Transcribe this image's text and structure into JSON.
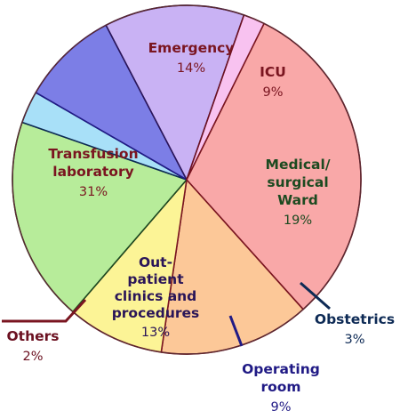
{
  "chart_data": {
    "type": "pie",
    "start_angle_deg": 138,
    "direction": "clockwise",
    "slices": [
      {
        "id": "emergency",
        "name": "Emergency",
        "name_lines": [
          "Emergency"
        ],
        "pct_label": "14%",
        "value": 14,
        "fill": "#fcc898",
        "text_color": "#7a1520"
      },
      {
        "id": "icu",
        "name": "ICU",
        "name_lines": [
          "ICU"
        ],
        "pct_label": "9%",
        "value": 9,
        "fill": "#fcf496",
        "text_color": "#7a1520"
      },
      {
        "id": "medical",
        "name": "Medical/surgical Ward",
        "name_lines": [
          "Medical/",
          "surgical",
          "Ward"
        ],
        "pct_label": "19%",
        "value": 19,
        "fill": "#b7ec9a",
        "text_color": "#1c4a20"
      },
      {
        "id": "obstetrics",
        "name": "Obstetrics",
        "name_lines": [
          "Obstetrics"
        ],
        "pct_label": "3%",
        "value": 3,
        "fill": "#a8e0f8",
        "text_color": "#0d2a55"
      },
      {
        "id": "operating",
        "name": "Operating room",
        "name_lines": [
          "Operating",
          "room"
        ],
        "pct_label": "9%",
        "value": 9,
        "fill": "#7c7ee6",
        "text_color": "#201a85"
      },
      {
        "id": "outpatient",
        "name": "Out-patient clinics and procedures",
        "name_lines": [
          "Out-",
          "patient",
          "clinics and",
          "procedures"
        ],
        "pct_label": "13%",
        "value": 13,
        "fill": "#c9b2f4",
        "text_color": "#2a1558"
      },
      {
        "id": "others",
        "name": "Others",
        "name_lines": [
          "Others"
        ],
        "pct_label": "2%",
        "value": 2,
        "fill": "#f8c2f0",
        "text_color": "#6b1020"
      },
      {
        "id": "transfusion",
        "name": "Transfusion laboratory",
        "name_lines": [
          "Transfusion",
          "laboratory"
        ],
        "pct_label": "31%",
        "value": 31,
        "fill": "#f9a8a8",
        "text_color": "#7a1520"
      }
    ]
  }
}
